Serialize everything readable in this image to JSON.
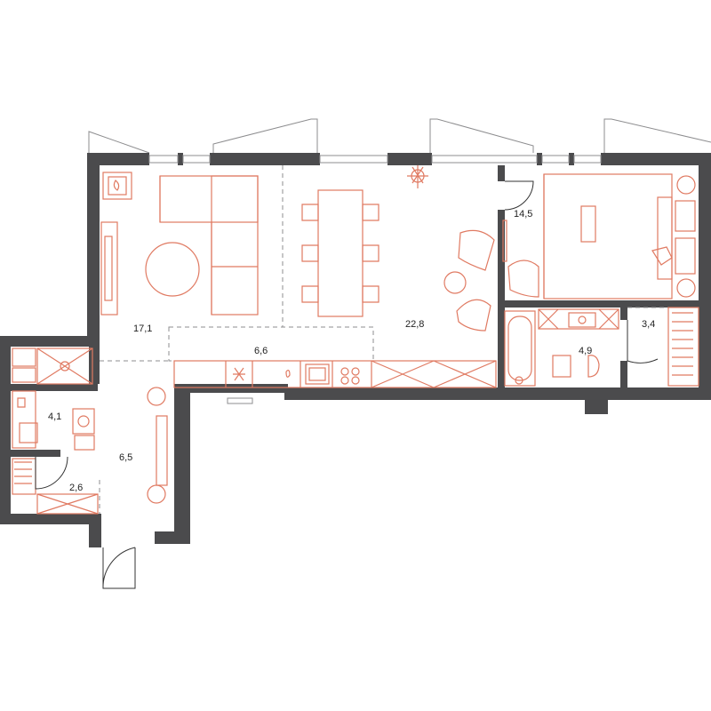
{
  "plan": {
    "colors": {
      "wall": "#4b4b4d",
      "furniture": "#e07a62",
      "line": "#8d8d8f"
    },
    "rooms": [
      {
        "id": "living",
        "area": "17,1"
      },
      {
        "id": "dining",
        "area": "22,8"
      },
      {
        "id": "kitchen",
        "area": "6,6"
      },
      {
        "id": "hall",
        "area": "6,5"
      },
      {
        "id": "bath-small",
        "area": "4,1"
      },
      {
        "id": "laundry",
        "area": "2,6"
      },
      {
        "id": "bedroom",
        "area": "14,5"
      },
      {
        "id": "bath",
        "area": "4,9"
      },
      {
        "id": "wardrobe",
        "area": "3,4"
      }
    ]
  }
}
